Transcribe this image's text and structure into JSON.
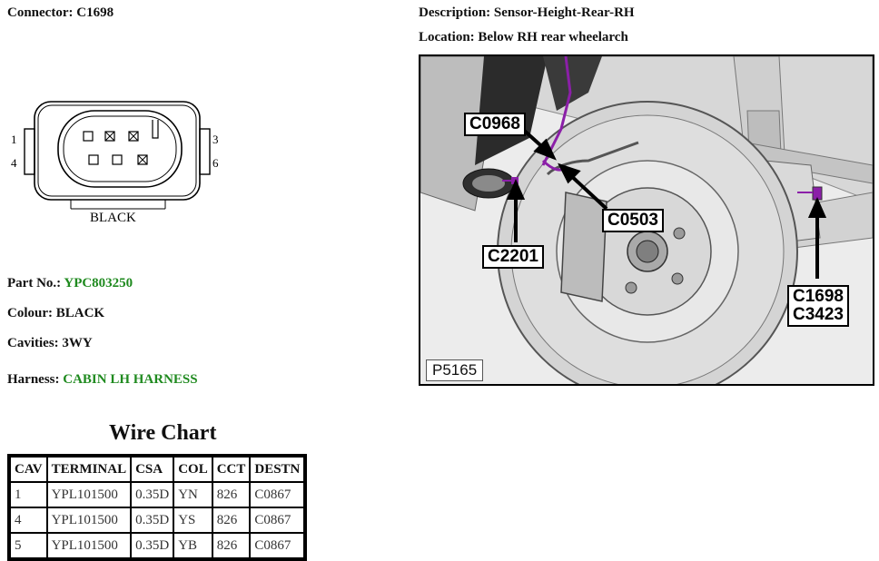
{
  "connector": {
    "label": "Connector:",
    "id": "C1698",
    "pin_left_top": "1",
    "pin_left_bottom": "4",
    "pin_right_top": "3",
    "pin_right_bottom": "6",
    "housing_colour_label": "BLACK"
  },
  "description": {
    "label": "Description:",
    "value": "Sensor-Height-Rear-RH"
  },
  "location": {
    "label": "Location:",
    "value": "Below RH rear wheelarch"
  },
  "part_no": {
    "label": "Part No.:",
    "value": "YPC803250"
  },
  "colour": {
    "label": "Colour:",
    "value": "BLACK"
  },
  "cavities": {
    "label": "Cavities:",
    "value": "3WY"
  },
  "harness": {
    "label": "Harness:",
    "value": "CABIN LH HARNESS"
  },
  "wire_chart": {
    "title": "Wire Chart",
    "headers": [
      "CAV",
      "TERMINAL",
      "CSA",
      "COL",
      "CCT",
      "DESTN"
    ],
    "rows": [
      [
        "1",
        "YPL101500",
        "0.35D",
        "YN",
        "826",
        "C0867"
      ],
      [
        "4",
        "YPL101500",
        "0.35D",
        "YS",
        "826",
        "C0867"
      ],
      [
        "5",
        "YPL101500",
        "0.35D",
        "YB",
        "826",
        "C0867"
      ]
    ]
  },
  "photo": {
    "callouts": {
      "c0968": "C0968",
      "c0503": "C0503",
      "c2201": "C2201",
      "c1698": "C1698",
      "c3423": "C3423"
    },
    "reference": "P5165",
    "connector_highlight_color": "#8b1fa8"
  }
}
